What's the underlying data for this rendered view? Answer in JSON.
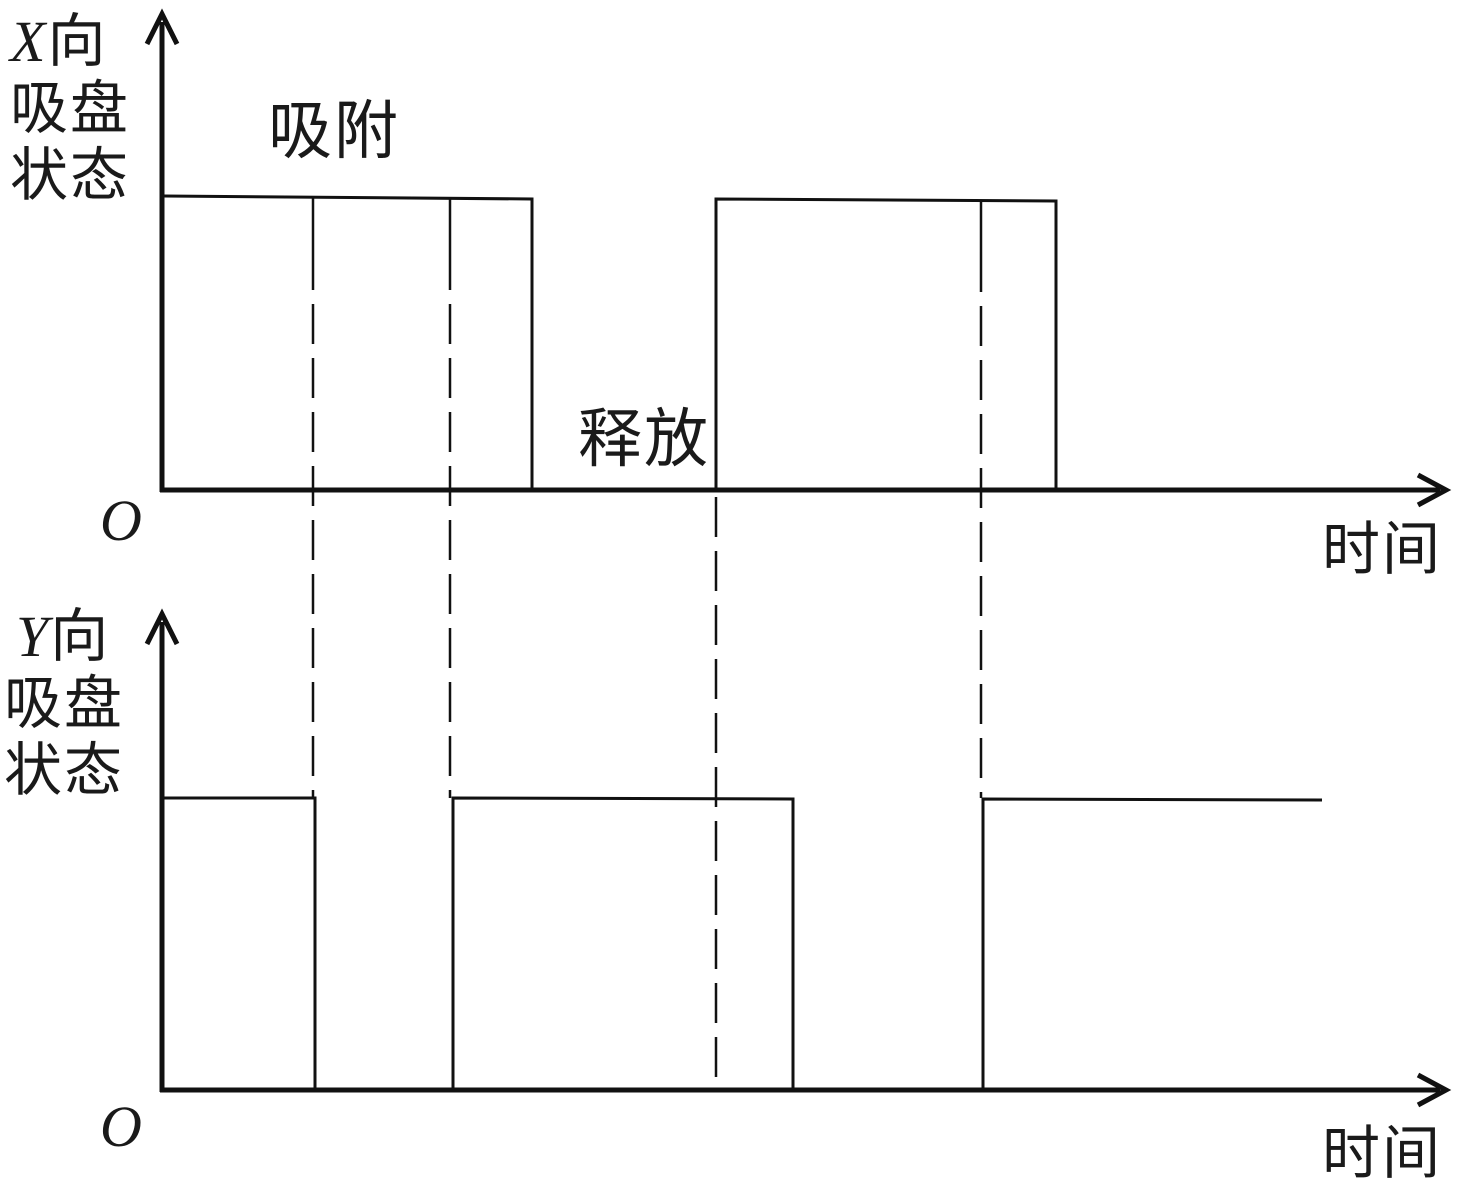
{
  "panels": [
    {
      "id": "x",
      "ylabel": {
        "symbol": "X",
        "line1_rest": "向",
        "line2": "吸盘",
        "line3": "状态"
      },
      "origin": "O",
      "xlabel": "时间",
      "state_labels": {
        "high": "吸附",
        "low": "释放"
      }
    },
    {
      "id": "y",
      "ylabel": {
        "symbol": "Y",
        "line1_rest": "向",
        "line2": "吸盘",
        "line3": "状态"
      },
      "origin": "O",
      "xlabel": "时间"
    }
  ]
}
